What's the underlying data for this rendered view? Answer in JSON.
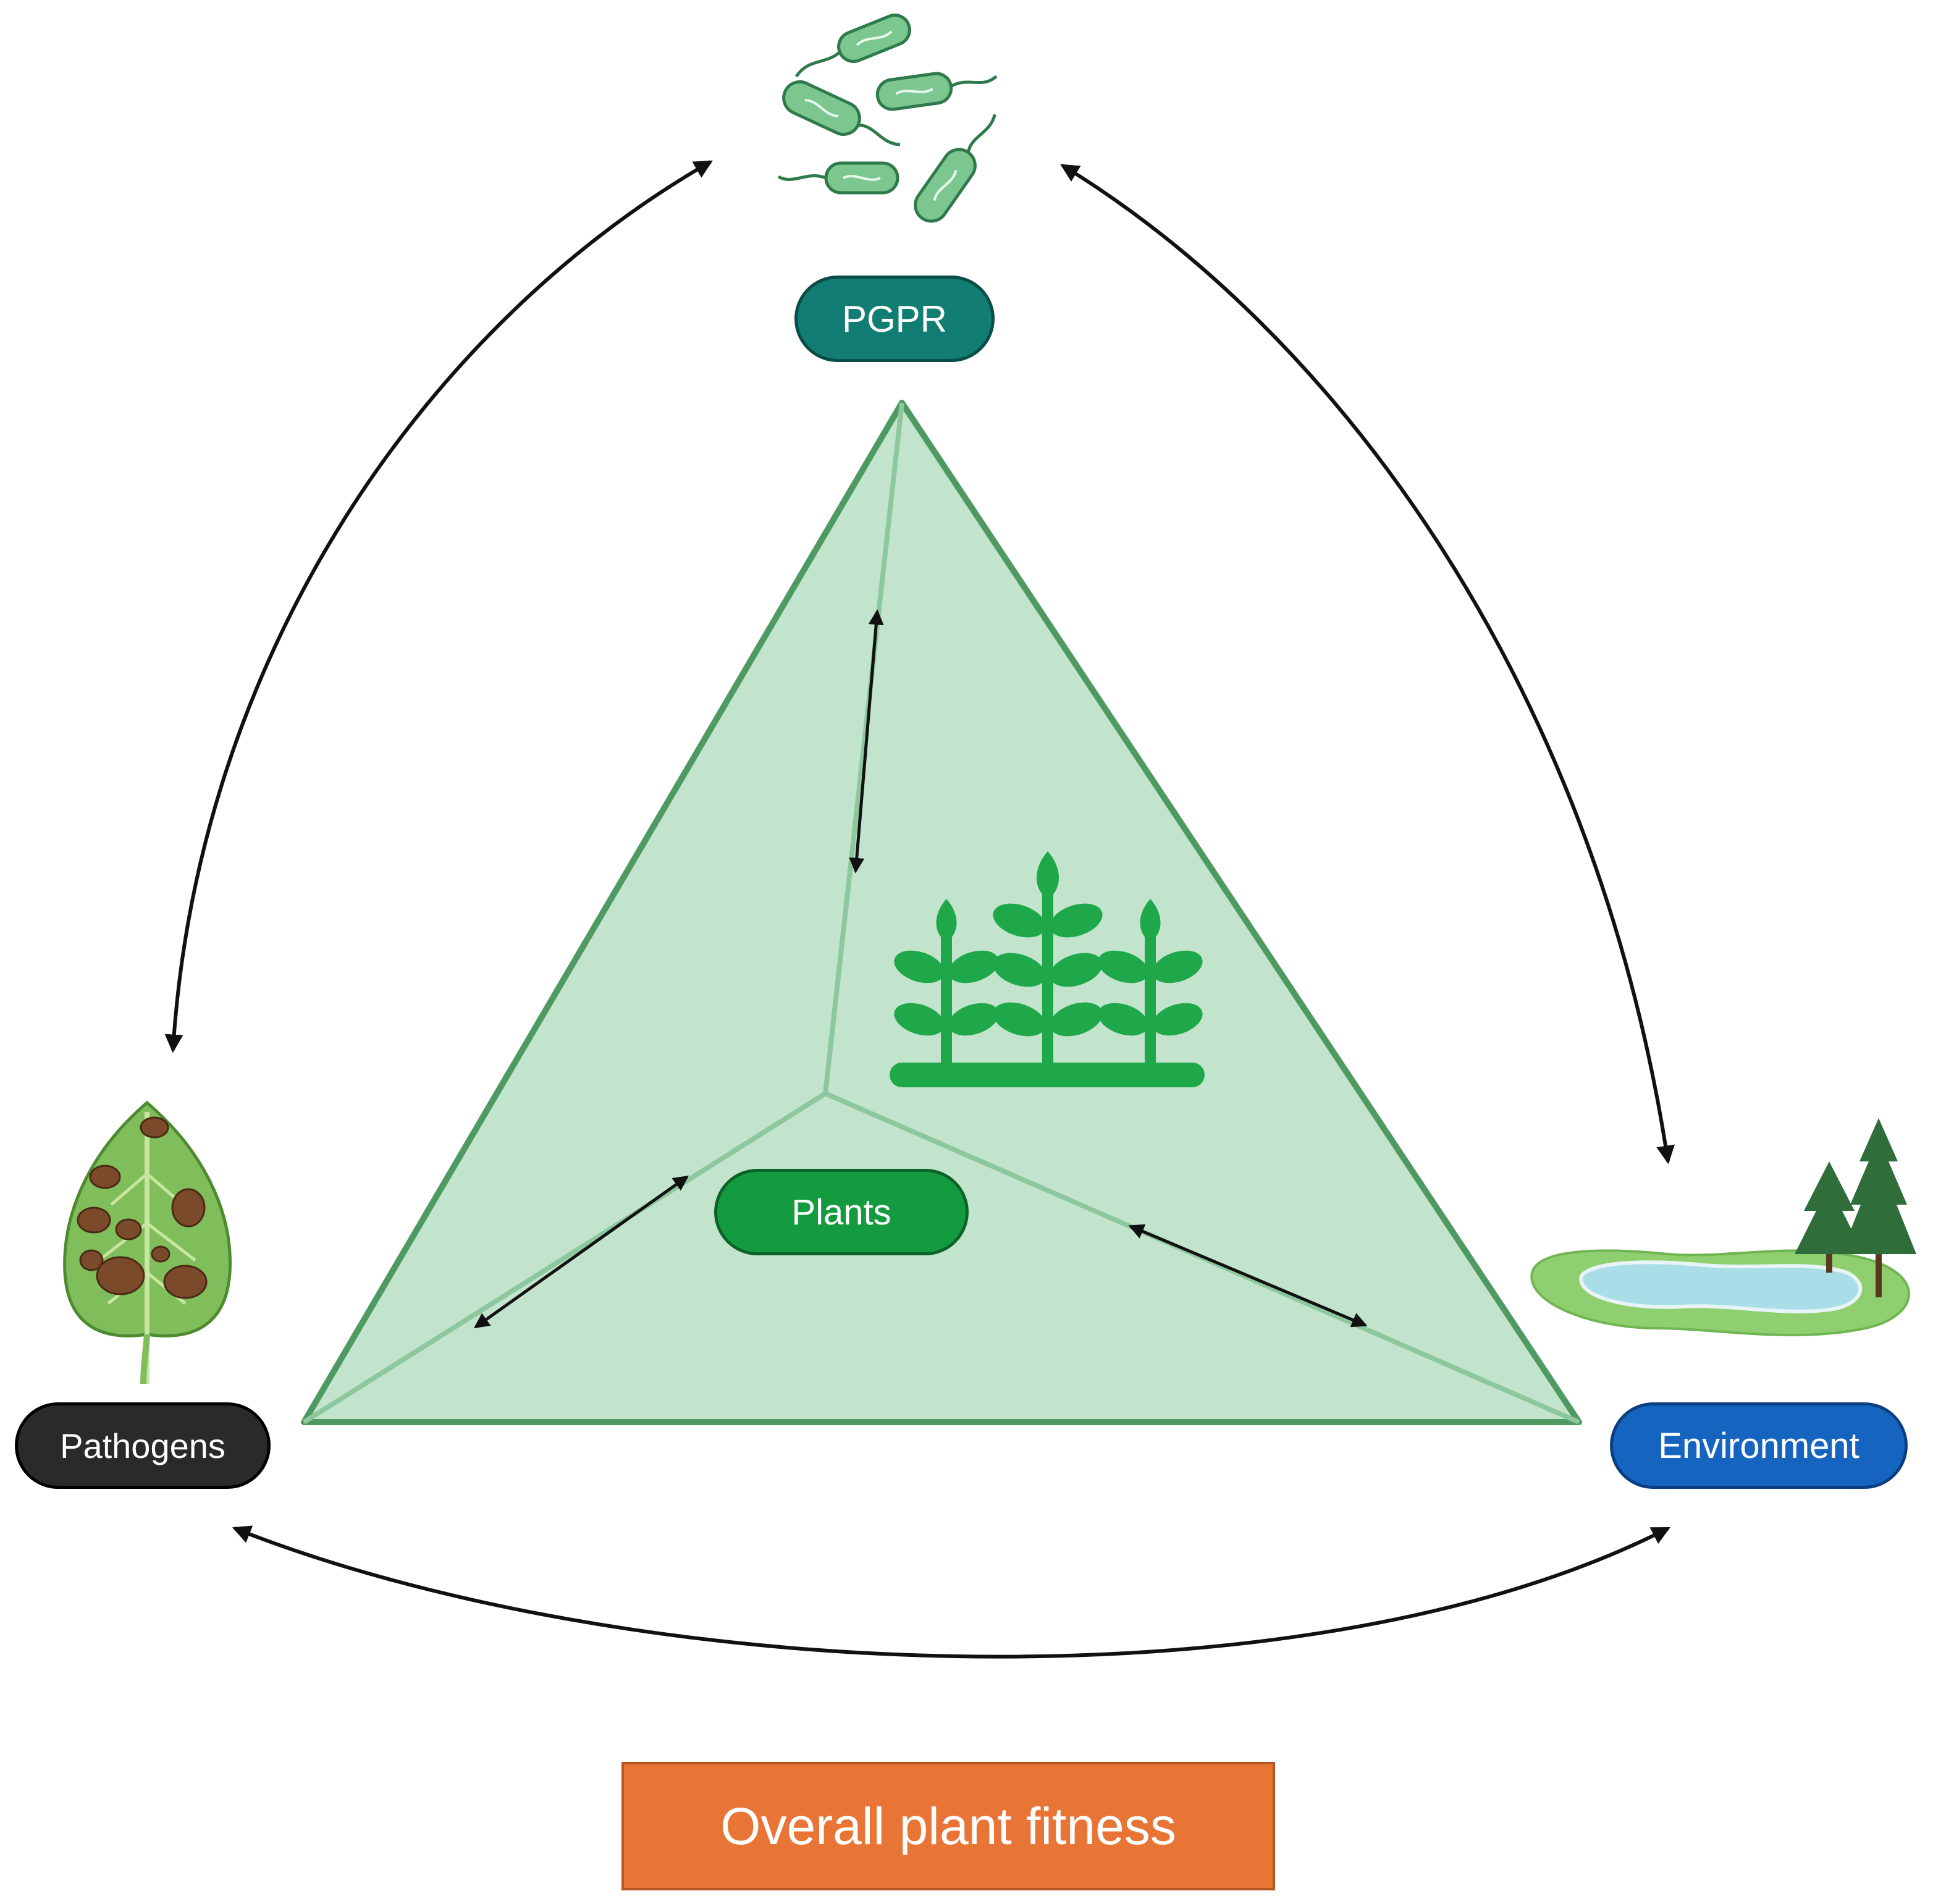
{
  "nodes": {
    "pgpr": {
      "label": "PGPR",
      "color": "#117d73",
      "icon": "bacteria-icon"
    },
    "plants": {
      "label": "Plants",
      "color": "#149b40",
      "icon": "plants-icon"
    },
    "pathogens": {
      "label": "Pathogens",
      "color": "#2a2a2a",
      "icon": "diseased-leaf-icon"
    },
    "environment": {
      "label": "Environment",
      "color": "#1565c0",
      "icon": "lake-trees-icon"
    }
  },
  "outcome": {
    "label": "Overall plant fitness",
    "color": "#e87436"
  },
  "triangle": {
    "fill": "#c2e4cc",
    "stroke": "#4f9a63"
  },
  "connections": [
    {
      "from": "pgpr",
      "to": "pathogens",
      "direction": "bidirectional"
    },
    {
      "from": "pgpr",
      "to": "environment",
      "direction": "bidirectional"
    },
    {
      "from": "pathogens",
      "to": "environment",
      "direction": "bidirectional"
    },
    {
      "from": "plants",
      "to": "pgpr",
      "direction": "bidirectional"
    },
    {
      "from": "plants",
      "to": "pathogens",
      "direction": "bidirectional"
    },
    {
      "from": "plants",
      "to": "environment",
      "direction": "bidirectional"
    }
  ]
}
